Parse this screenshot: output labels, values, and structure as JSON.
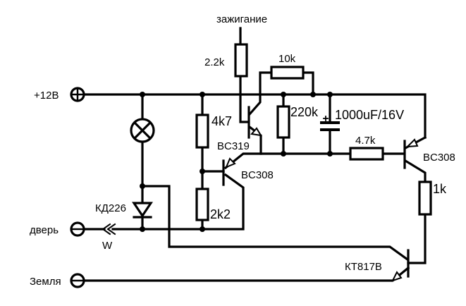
{
  "labels": {
    "ignition": "зажигание",
    "plus12": "+12В",
    "door": "дверь",
    "ground": "Земля",
    "w_mark": "W",
    "diode": "КД226",
    "r_ignition": "2.2k",
    "r_feedback": "10k",
    "r_divider_top": "4k7",
    "r_divider_bottom": "2k2",
    "r_bleed": "220k",
    "capacitor": "1000uF/16V",
    "r_base": "4.7k",
    "r_out": "1k",
    "q1": "BC319",
    "q2": "BC308",
    "q3": "BC308",
    "q4": "КТ817В"
  },
  "colors": {
    "ink": "#000000",
    "background": "#ffffff"
  }
}
